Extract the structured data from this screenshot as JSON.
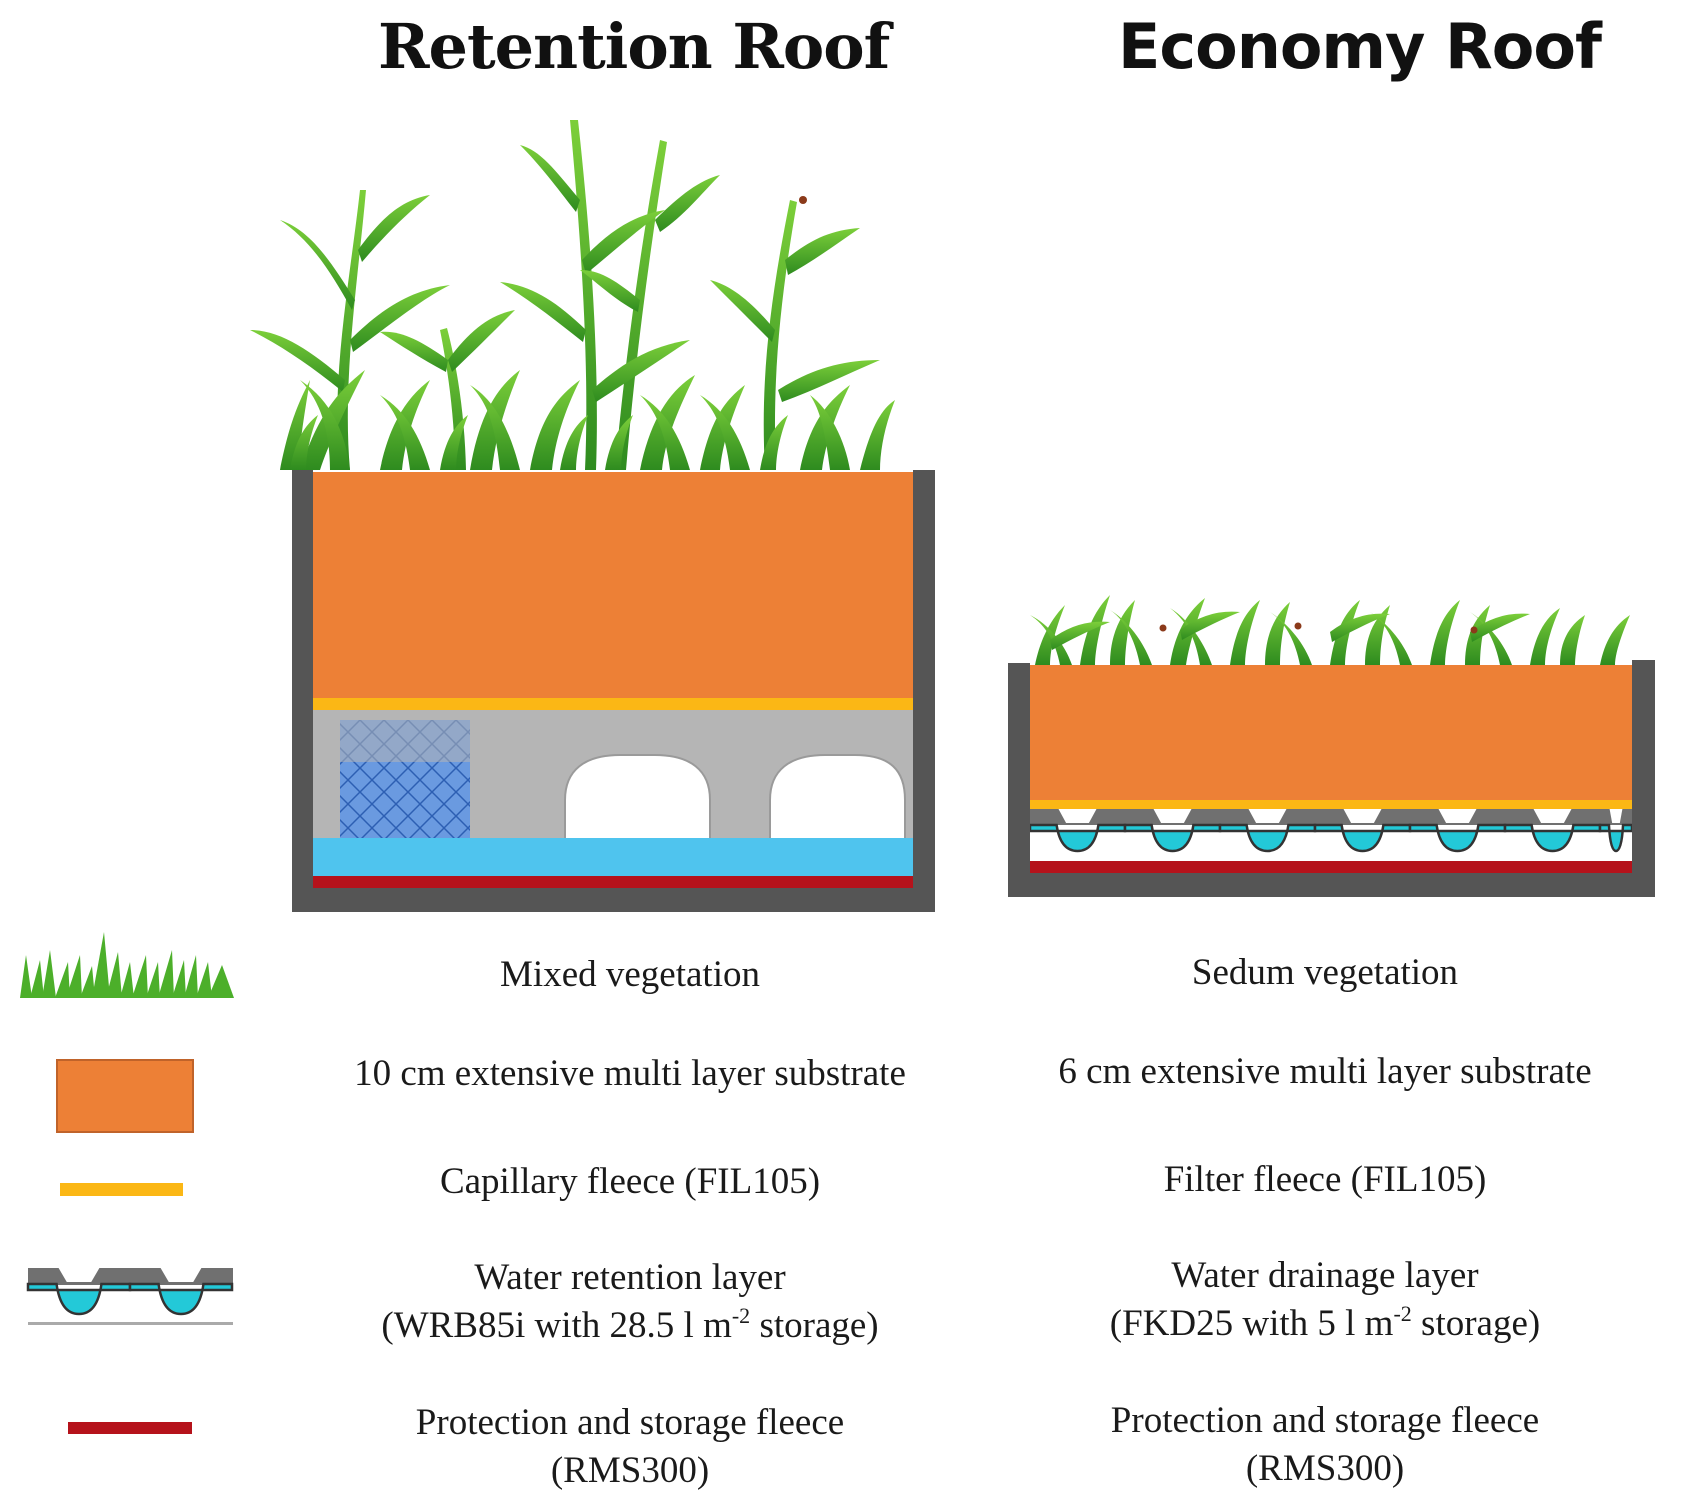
{
  "titles": {
    "retention": "Retention Roof",
    "economy": "Economy Roof"
  },
  "colors": {
    "substrate": "#ed8036",
    "fleece": "#fbb715",
    "frame": "#555555",
    "retention_gray": "#b5b5b5",
    "water": "#4fc4ee",
    "drain_water": "#23c9d8",
    "protection": "#b5121b",
    "grass": "#4caf2a"
  },
  "legend": [
    {
      "icon": "grass-icon",
      "retention": {
        "line1": "Mixed vegetation"
      },
      "economy": {
        "line1": "Sedum vegetation"
      }
    },
    {
      "icon": "substrate-swatch-icon",
      "retention": {
        "line1": "10 cm extensive multi layer substrate"
      },
      "economy": {
        "line1": "6 cm extensive multi layer substrate"
      }
    },
    {
      "icon": "fleece-line-icon",
      "retention": {
        "line1": "Capillary fleece (FIL105)"
      },
      "economy": {
        "line1": "Filter fleece (FIL105)"
      }
    },
    {
      "icon": "drainage-layer-icon",
      "retention": {
        "line1": "Water retention layer",
        "line2_pre": "(WRB85i with 28.5 l m",
        "sup": "-2",
        "line2_post": " storage)"
      },
      "economy": {
        "line1": "Water drainage layer",
        "line2_pre": "(FKD25 with 5 l m",
        "sup": "-2",
        "line2_post": " storage)"
      }
    },
    {
      "icon": "protection-line-icon",
      "retention": {
        "line1": "Protection and storage fleece",
        "line2": "(RMS300)"
      },
      "economy": {
        "line1": "Protection and storage fleece",
        "line2": "(RMS300)"
      }
    }
  ]
}
